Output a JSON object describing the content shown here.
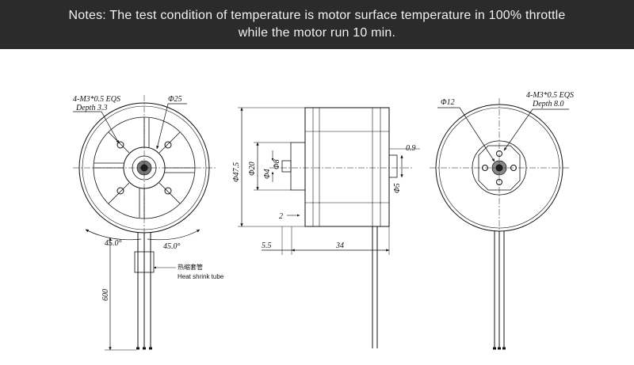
{
  "notes": {
    "line1": "Notes: The test condition of temperature is motor surface temperature in 100% throttle",
    "line2": "while the motor run 10 min."
  },
  "front_view": {
    "thread_label": "4-M3*0.5 EQS",
    "depth_label": "Depth 3.3",
    "diameter_label": "Φ25",
    "angle_left": "45.0°",
    "angle_right": "45.0°",
    "heat_shrink_cn": "热缩套管",
    "heat_shrink_en": "Heat shrink tube",
    "wire_length": "600"
  },
  "side_view": {
    "outer_diameter": "Φ47.5",
    "inner_diameter": "Φ20",
    "shaft_diameter_a": "Φ4",
    "shaft_diameter_b": "Φ8",
    "shaft_right": "Φ5",
    "gap": "0.9",
    "step": "2",
    "shaft_length": "5.5",
    "body_length": "34"
  },
  "rear_view": {
    "diameter_label": "Φ12",
    "thread_label": "4-M3*0.5 EQS",
    "depth_label": "Depth 8.0"
  }
}
